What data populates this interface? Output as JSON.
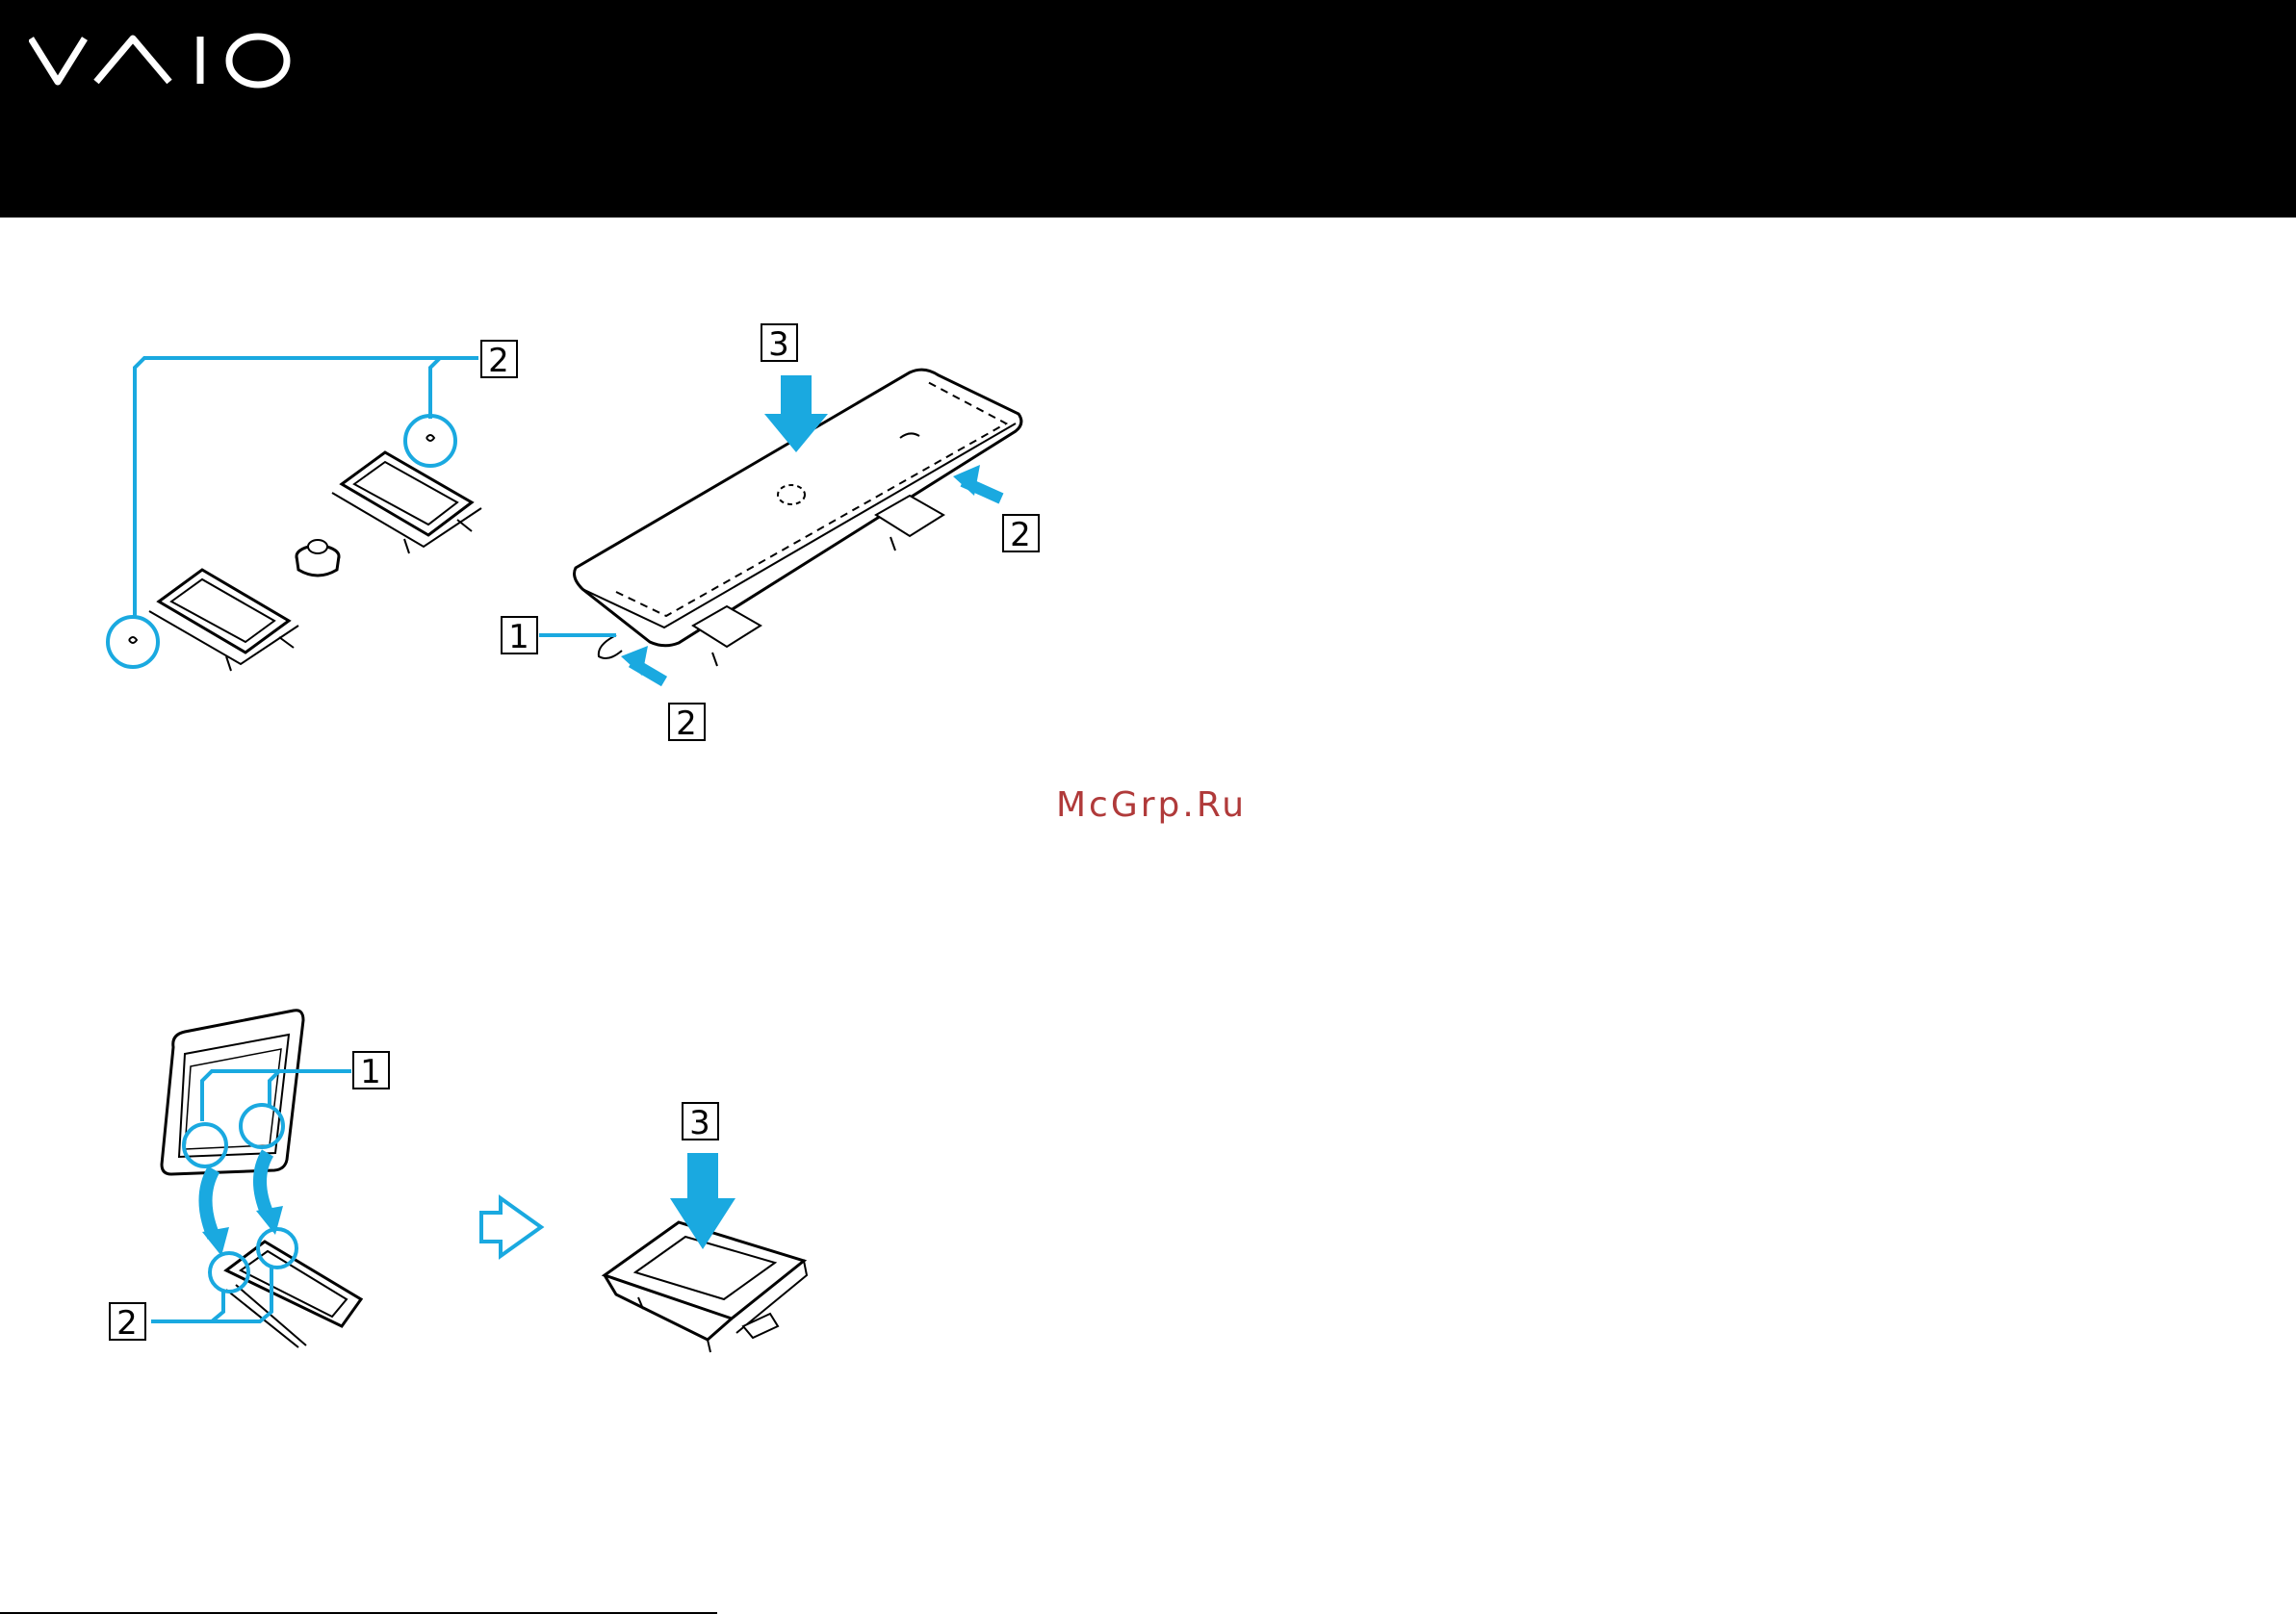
{
  "header": {
    "logo_text": "VAIO",
    "logo_icon": "vaio-logo",
    "background_color": "#000000"
  },
  "figure_top": {
    "callouts": {
      "part_a_label_2": "2",
      "part_b_label_3": "3",
      "part_b_label_2_right": "2",
      "part_b_label_1": "1",
      "part_b_label_2_bottom": "2"
    }
  },
  "figure_bottom": {
    "callouts": {
      "part_c_label_1": "1",
      "part_c_label_2": "2",
      "part_d_label_3": "3"
    }
  },
  "watermark": "McGrp.Ru",
  "colors": {
    "accent_cyan": "#1aa9e0",
    "line": "#000000"
  }
}
